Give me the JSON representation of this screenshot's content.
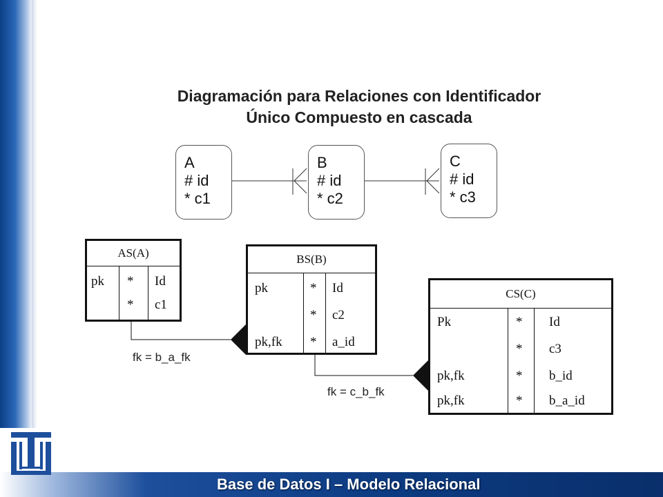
{
  "title": {
    "line1": "Diagramación para Relaciones con Identificador",
    "line2": "Único Compuesto en cascada"
  },
  "entities": [
    {
      "name": "A",
      "identifier": "# id",
      "attribute": "* c1"
    },
    {
      "name": "B",
      "identifier": "# id",
      "attribute": "* c2"
    },
    {
      "name": "C",
      "identifier": "# id",
      "attribute": "* c3"
    }
  ],
  "tables": {
    "as": {
      "name": "AS(A)",
      "keys": [
        "pk",
        ""
      ],
      "flags": [
        "*",
        "*"
      ],
      "columns": [
        "Id",
        "c1"
      ]
    },
    "bs": {
      "name": "BS(B)",
      "keys": [
        "pk",
        "",
        "pk,fk"
      ],
      "flags": [
        "*",
        "*",
        "*"
      ],
      "columns": [
        "Id",
        "c2",
        "a_id"
      ]
    },
    "cs": {
      "name": "CS(C)",
      "keys": [
        "Pk",
        "",
        "pk,fk",
        "pk,fk"
      ],
      "flags": [
        "*",
        "*",
        "*",
        "*"
      ],
      "columns": [
        "Id",
        "c3",
        "b_id",
        "b_a_id"
      ]
    }
  },
  "foreign_keys": {
    "b_to_a": "fk = b_a_fk",
    "c_to_b": "fk = c_b_fk"
  },
  "footer": {
    "text": "Base de Datos I – Modelo Relacional"
  },
  "colors": {
    "brand_blue": "#0c3a80",
    "footer_text": "#ffffff",
    "line": "#111111"
  }
}
